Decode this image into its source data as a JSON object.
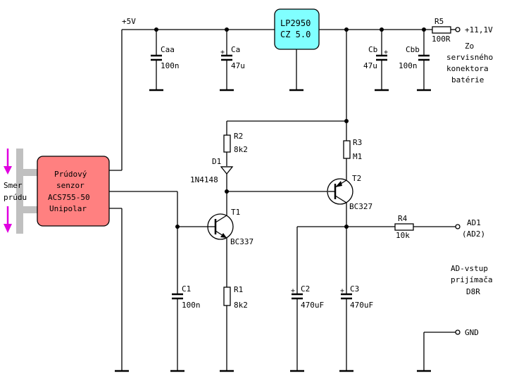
{
  "supply": {
    "rail": "+5V",
    "input": "+11,1V",
    "input_note": [
      "Zo",
      "servisného",
      "konektora",
      "batérie"
    ]
  },
  "regulator": {
    "line1": "LP2950",
    "line2": "CZ 5.0",
    "color": "#80ffff"
  },
  "sensor": {
    "lines": [
      "Prúdový",
      "senzor",
      "ACS755-50",
      "Unipolar"
    ],
    "color": "#ff8080",
    "direction": [
      "Smer",
      "prúdu"
    ],
    "arrow_color": "#e000e0"
  },
  "components": {
    "caa": {
      "name": "Caa",
      "value": "100n"
    },
    "ca": {
      "name": "Ca",
      "value": "47u"
    },
    "cb": {
      "name": "Cb",
      "value": "47u"
    },
    "cbb": {
      "name": "Cbb",
      "value": "100n"
    },
    "r5": {
      "name": "R5",
      "value": "100R"
    },
    "r2": {
      "name": "R2",
      "value": "8k2"
    },
    "d1": {
      "name": "D1",
      "value": "1N4148"
    },
    "r3": {
      "name": "R3",
      "value": "M1"
    },
    "t2": {
      "name": "T2",
      "value": "BC327"
    },
    "t1": {
      "name": "T1",
      "value": "BC337"
    },
    "r1": {
      "name": "R1",
      "value": "8k2"
    },
    "c1": {
      "name": "C1",
      "value": "100n"
    },
    "c2": {
      "name": "C2",
      "value": "470uF"
    },
    "c3": {
      "name": "C3",
      "value": "470uF"
    },
    "r4": {
      "name": "R4",
      "value": "10k"
    }
  },
  "outputs": {
    "ad1": "AD1",
    "ad2": "(AD2)",
    "gnd": "GND",
    "note": [
      "AD-vstup",
      "prijímača",
      "D8R"
    ]
  }
}
